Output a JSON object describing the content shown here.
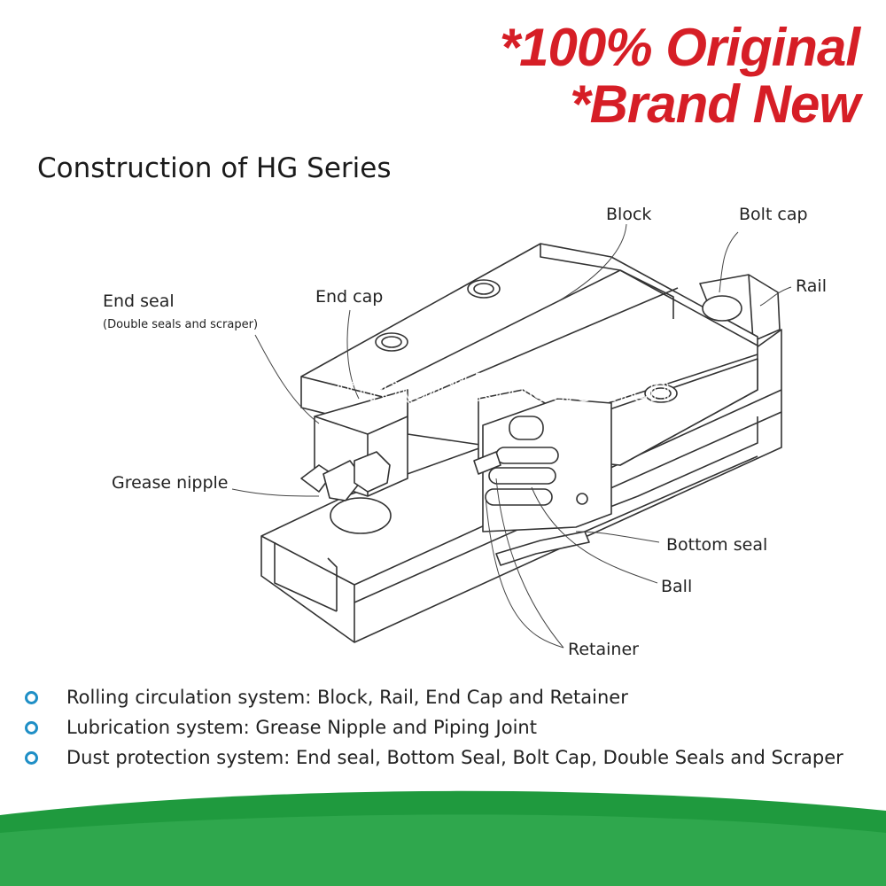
{
  "promo": {
    "line1": "*100% Original",
    "line2": "*Brand New",
    "color": "#d61e26"
  },
  "title": "Construction of HG Series",
  "labels": {
    "block": "Block",
    "bolt_cap": "Bolt cap",
    "rail": "Rail",
    "end_cap": "End cap",
    "end_seal": "End seal",
    "end_seal_note": "(Double seals and scraper)",
    "grease_nipple": "Grease nipple",
    "bottom_seal": "Bottom seal",
    "ball": "Ball",
    "retainer": "Retainer"
  },
  "watermark": "info@dtkmotion.cn",
  "bullets": [
    "Rolling circulation system: Block, Rail, End Cap and Retainer",
    "Lubrication system: Grease Nipple and Piping Joint",
    "Dust protection system: End seal, Bottom Seal, Bolt Cap, Double Seals and Scraper"
  ],
  "colors": {
    "bullet_ring": "#1f8fc6",
    "footer_green": "#1f9a3e",
    "drawing_line": "#333333"
  }
}
